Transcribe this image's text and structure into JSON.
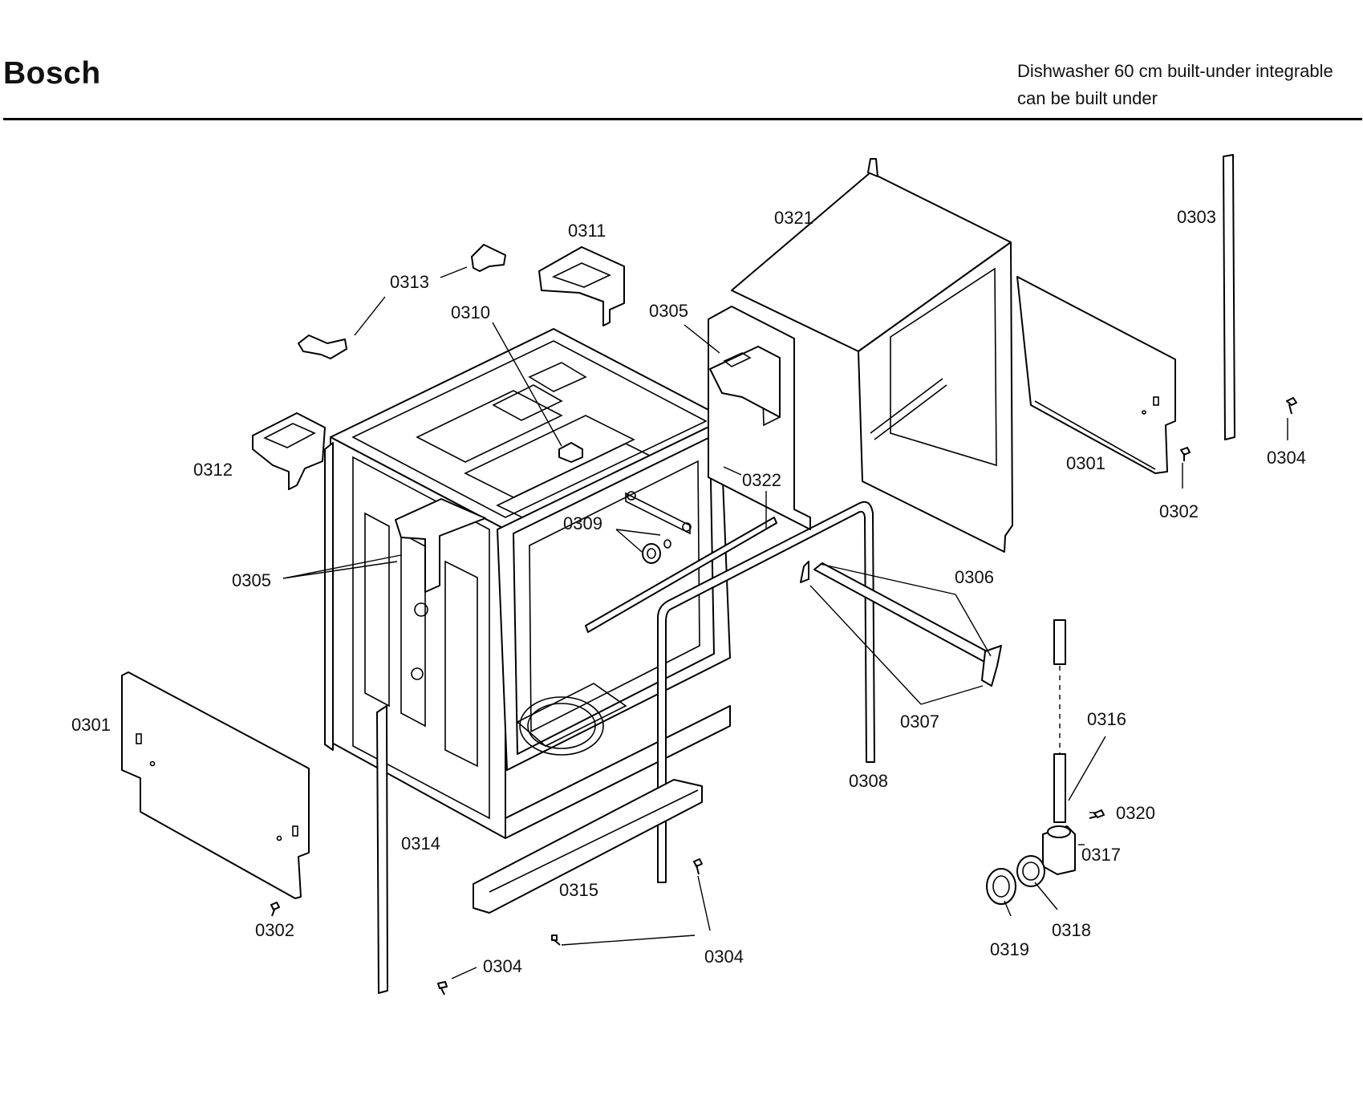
{
  "header": {
    "brand": "Bosch",
    "description_line1": "Dishwasher 60 cm built-under integrable",
    "description_line2": "can be built under"
  },
  "callouts": {
    "c0321": "0321",
    "c0303": "0303",
    "c0311": "0311",
    "c0313": "0313",
    "c0310": "0310",
    "c0305a": "0305",
    "c0304a": "0304",
    "c0301a": "0301",
    "c0312": "0312",
    "c0322": "0322",
    "c0302a": "0302",
    "c0309": "0309",
    "c0305b": "0305",
    "c0306": "0306",
    "c0307": "0307",
    "c0301b": "0301",
    "c0316": "0316",
    "c0308": "0308",
    "c0320": "0320",
    "c0314": "0314",
    "c0317": "0317",
    "c0315": "0315",
    "c0302b": "0302",
    "c0318": "0318",
    "c0304b": "0304",
    "c0319": "0319",
    "c0304c": "0304"
  }
}
